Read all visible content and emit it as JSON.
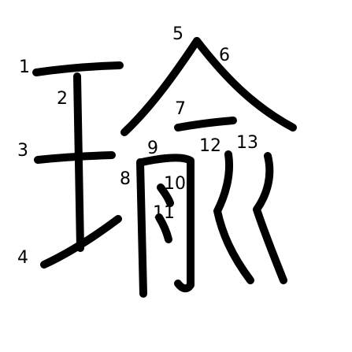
{
  "diagram": {
    "colors": {
      "background": "#ffffff",
      "ink": "#000000"
    },
    "stroke_numbers": [
      "1",
      "2",
      "3",
      "4",
      "5",
      "6",
      "7",
      "8",
      "9",
      "10",
      "11",
      "12",
      "13"
    ]
  }
}
